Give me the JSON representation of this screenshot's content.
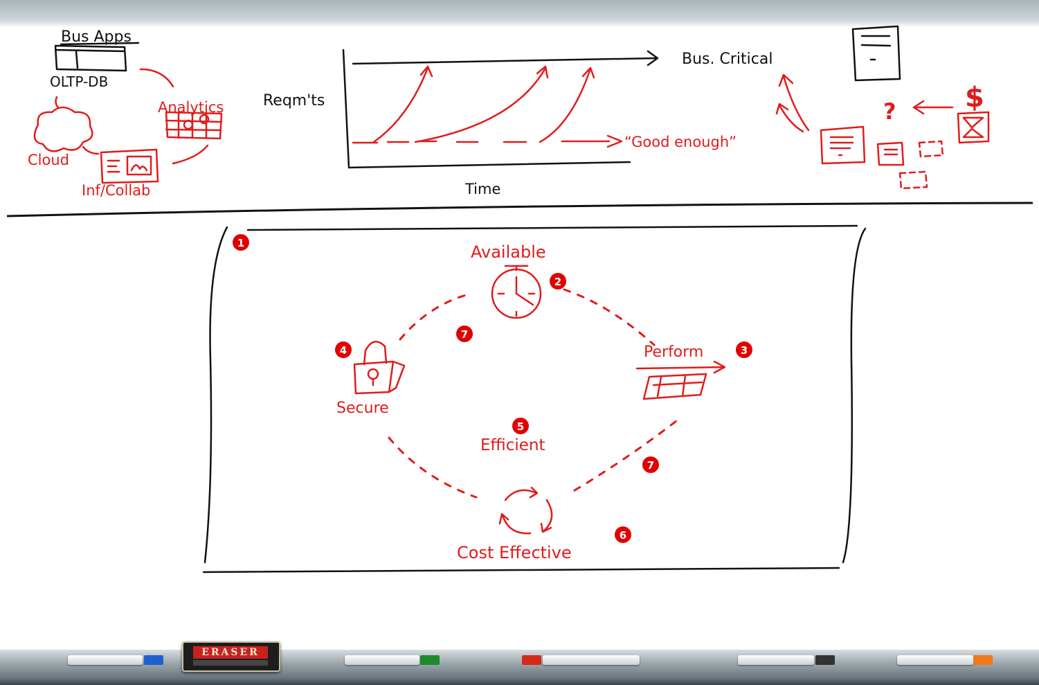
{
  "top": {
    "bus_apps": "Bus Apps",
    "oltp_db": "OLTP-DB",
    "analytics": "Analytics",
    "cloud": "Cloud",
    "inf_collab": "Inf/Collab",
    "reqmts": "Reqm'ts",
    "time": "Time",
    "bus_critical": "Bus. Critical",
    "good_enough": "“Good enough”",
    "question": "?",
    "dollar": "$"
  },
  "box": {
    "available": "Available",
    "perform": "Perform",
    "secure": "Secure",
    "efficient": "Efficient",
    "cost_effective": "Cost Effective"
  },
  "badges": {
    "b1": "1",
    "b2": "2",
    "b3": "3",
    "b4": "4",
    "b5": "5",
    "b6": "6",
    "b7a": "7",
    "b7b": "7"
  },
  "tray": {
    "eraser_label": "ERASER"
  },
  "colors": {
    "ink_red": "#e11b1b",
    "ink_black": "#111111",
    "marker_blue": "#1f5fd1",
    "marker_green": "#1e8a2a",
    "marker_red": "#d42a1a",
    "marker_black": "#333333",
    "marker_orange": "#f07a1a"
  }
}
